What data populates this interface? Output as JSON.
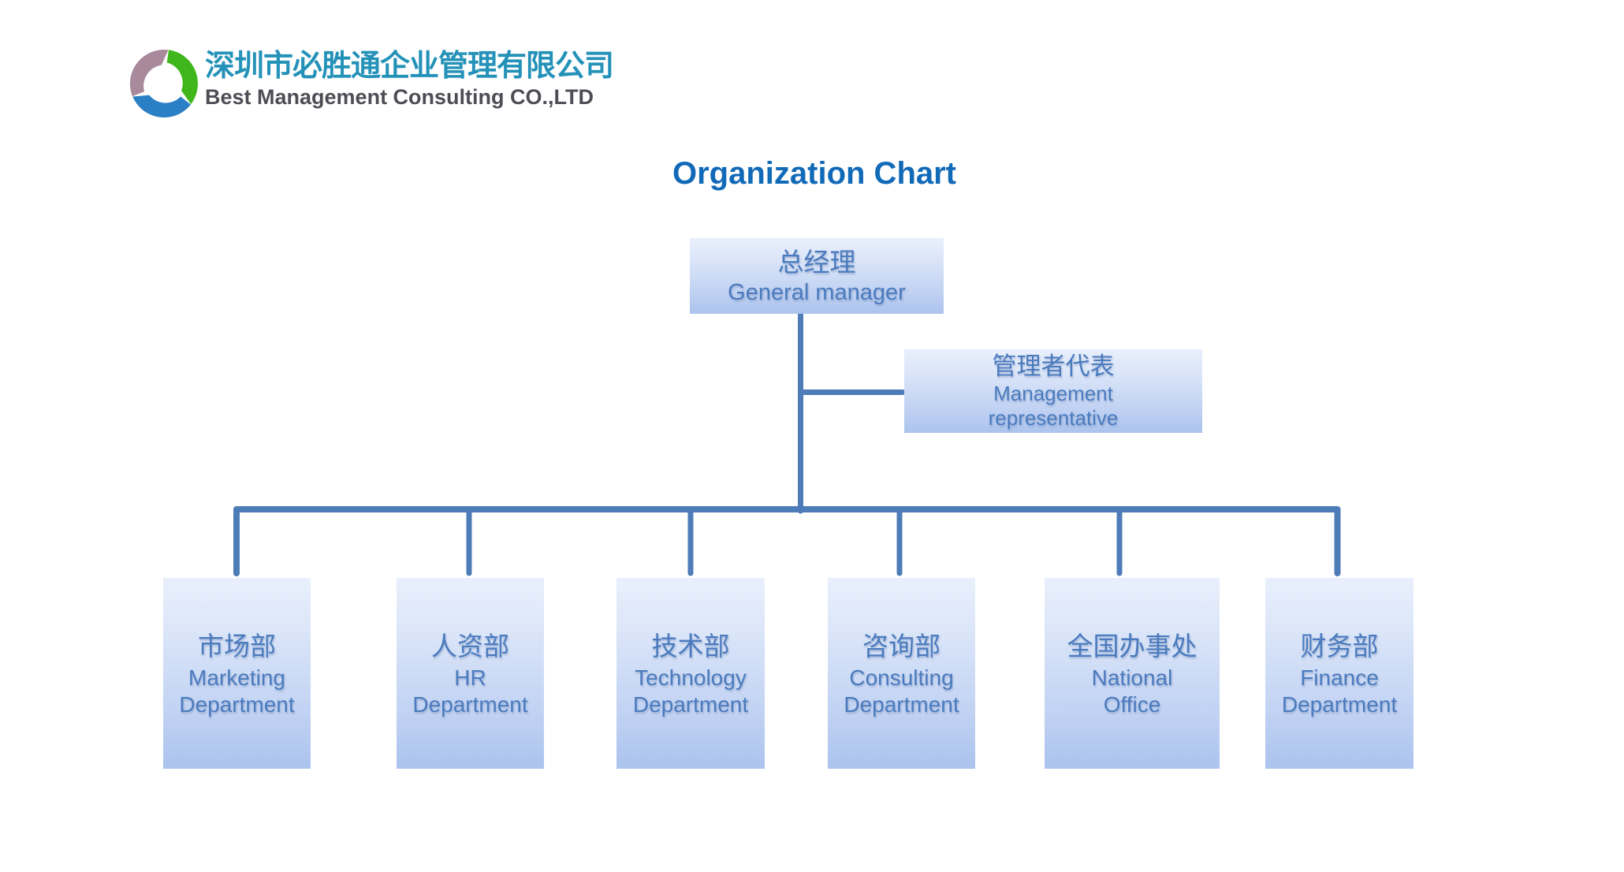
{
  "logo": {
    "company_zh": "深圳市必胜通企业管理有限公司",
    "company_en": "Best Management Consulting CO.,LTD",
    "mark_colors": {
      "green": "#3fb71c",
      "mauve": "#a9899c",
      "blue": "#2b7fc4"
    }
  },
  "title": "Organization Chart",
  "colors": {
    "title": "#116ab8",
    "connector": "#4d7cb8",
    "box_text": "#4b7bbe",
    "box_gradient_top": "#e9effc",
    "box_gradient_bottom": "#abc3ee",
    "logo_zh": "#2492b8",
    "logo_en": "#4d4e55"
  },
  "chart": {
    "root": {
      "zh": "总经理",
      "en1": "General manager",
      "en2": ""
    },
    "staff": {
      "zh": "管理者代表",
      "en1": "Management",
      "en2": "representative"
    },
    "departments": [
      {
        "zh": "市场部",
        "en1": "Marketing",
        "en2": "Department"
      },
      {
        "zh": "人资部",
        "en1": "HR",
        "en2": "Department"
      },
      {
        "zh": "技术部",
        "en1": "Technology",
        "en2": "Department"
      },
      {
        "zh": "咨询部",
        "en1": "Consulting",
        "en2": "Department"
      },
      {
        "zh": "全国办事处",
        "en1": "National",
        "en2": "Office"
      },
      {
        "zh": "财务部",
        "en1": "Finance",
        "en2": "Department"
      }
    ]
  }
}
